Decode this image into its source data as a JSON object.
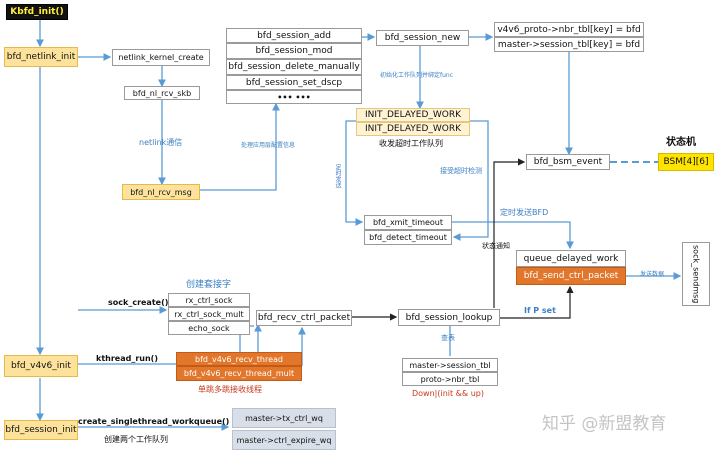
{
  "nodes": {
    "kbfd_init": "Kbfd_init()",
    "bfd_netlink_init": "bfd_netlink_init",
    "netlink_kernel_create": "netlink_kernel_create",
    "bfd_nl_rcv_skb": "bfd_nl_rcv_skb",
    "bfd_nl_rcv_msg": "bfd_nl_rcv_msg",
    "bfd_session_add": "bfd_session_add",
    "bfd_session_mod": "bfd_session_mod",
    "bfd_session_delete_manually": "bfd_session_delete_manually",
    "bfd_session_set_dscp": "bfd_session_set_dscp",
    "more": "••• •••",
    "bfd_session_new": "bfd_session_new",
    "nbr_tbl": "v4v6_proto->nbr_tbl[key] = bfd",
    "session_tbl_assign": "master->session_tbl[key] = bfd",
    "init_delayed_work_1": "INIT_DELAYED_WORK",
    "init_delayed_work_2": "INIT_DELAYED_WORK",
    "bfd_bsm_event": "bfd_bsm_event",
    "bsm": "BSM[4][6]",
    "bfd_xmit_timeout": "bfd_xmit_timeout",
    "bfd_detect_timeout": "bfd_detect_timeout",
    "queue_delayed_work": "queue_delayed_work",
    "bfd_send_ctrl_packet": "bfd_send_ctrl_packet",
    "sock_sendmsg": "sock_sendmsg",
    "rx_ctrl_sock": "rx_ctrl_sock",
    "rx_ctrl_sock_mult": "rx_ctrl_sock_mult",
    "echo_sock": "echo_sock",
    "bfd_recv_ctrl_packet": "bfd_recv_ctrl_packet",
    "bfd_session_lookup": "bfd_session_lookup",
    "bfd_v4v6_init": "bfd_v4v6_init",
    "bfd_v4v6_recv_thread": "bfd_v4v6_recv_thread",
    "bfd_v4v6_recv_thread_mult": "bfd_v4v6_recv_thread_mult",
    "master_session_tbl": "master->session_tbl",
    "proto_nbr_tbl": "proto->nbr_tbl",
    "bfd_session_init": "bfd_session_init",
    "tx_ctrl_wq": "master->tx_ctrl_wq",
    "ctrl_expire_wq": "master->ctrl_expire_wq"
  },
  "labels": {
    "netlink_comm": "netlink通信",
    "handle_app_config": "处理应用层配置信息",
    "init_work_queue": "初始化工作队列并绑定func",
    "send_timeout_work_queue": "收发超时工作队列",
    "state_machine": "状态机",
    "timed_send": "定时发送",
    "recv_timeout_detect": "接受超时检测",
    "timed_send_bfd": "定时发送BFD",
    "state_notify": "状态通知",
    "send_data": "发送数据",
    "create_socket": "创建套接字",
    "sock_create": "sock_create()",
    "kthread_run": "kthread_run()",
    "single_multi_hop": "单跳多跳接收线程",
    "if_p_set": "If P set",
    "lookup": "查表",
    "down_cond": "Down|(init && up)",
    "create_singlethread": "create_singlethread_workqueue()",
    "create_two_queues": "创建两个工作队列",
    "watermark": "知乎 @新盟教育"
  },
  "colors": {
    "yellow": "#fde29c",
    "orange": "#e2762b",
    "gray_blue": "#d9dfe9",
    "black": "#111111",
    "bsm_yellow": "#ffe400",
    "arrow_blue": "#5b9bd5",
    "arrow_dark": "#222222"
  }
}
